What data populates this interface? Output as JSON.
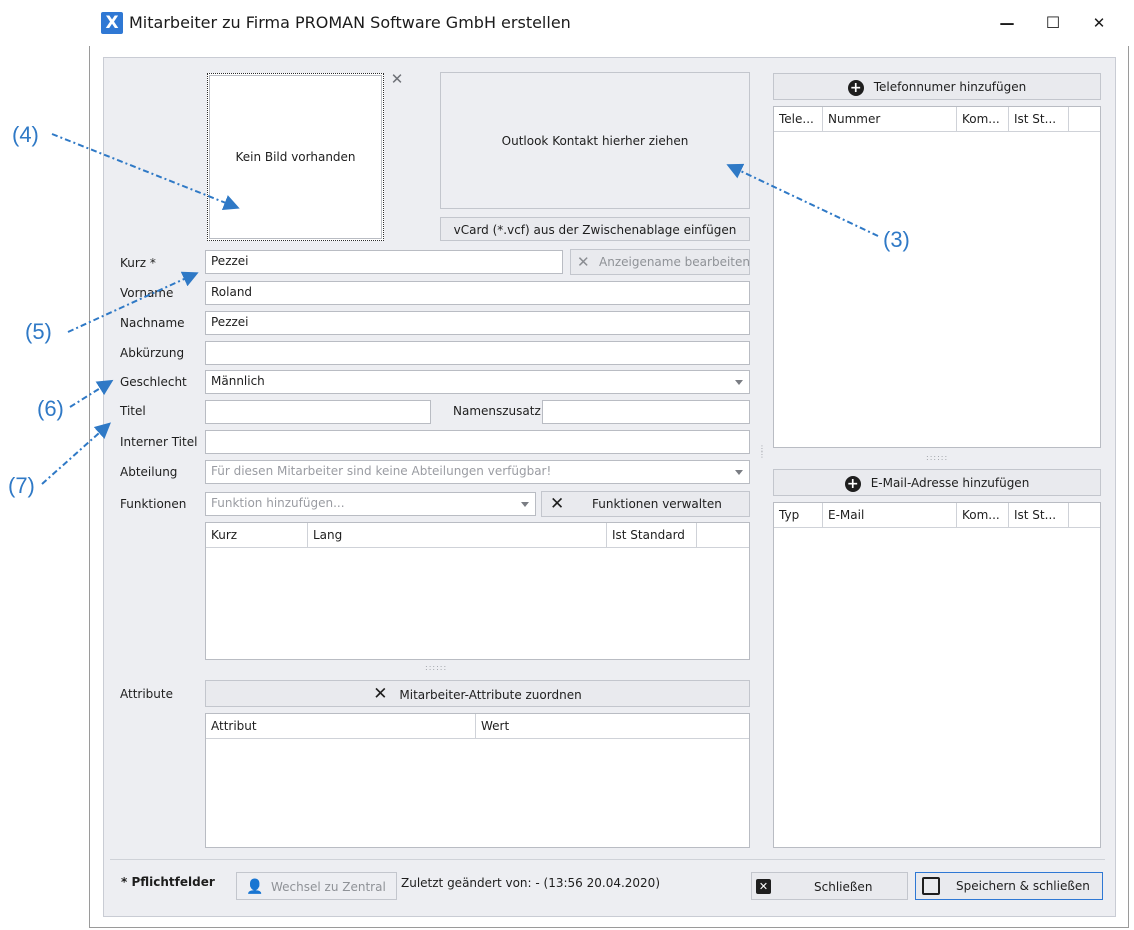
{
  "window": {
    "title": "Mitarbeiter zu Firma PROMAN Software GmbH erstellen",
    "app_icon": "X",
    "minimize_glyph": "—",
    "maximize_glyph": "☐",
    "close_glyph": "✕"
  },
  "photo": {
    "placeholder": "Kein Bild vorhanden",
    "remove_glyph": "✕"
  },
  "outlook": {
    "drop_text": "Outlook Kontakt hierher ziehen",
    "vcard_button": "vCard (*.vcf) aus der Zwischenablage einfügen"
  },
  "form": {
    "kurz_label": "Kurz *",
    "kurz_value": "Pezzei",
    "edit_display_name_button": "Anzeigename bearbeiten",
    "vorname_label": "Vorname",
    "vorname_value": "Roland",
    "nachname_label": "Nachname",
    "nachname_value": "Pezzei",
    "abkuerzung_label": "Abkürzung",
    "abkuerzung_value": "",
    "geschlecht_label": "Geschlecht",
    "geschlecht_value": "Männlich",
    "titel_label": "Titel",
    "titel_value": "",
    "namenszusatz_label": "Namenszusatz",
    "namenszusatz_value": "",
    "interner_titel_label": "Interner Titel",
    "interner_titel_value": "",
    "abteilung_label": "Abteilung",
    "abteilung_placeholder": "Für diesen Mitarbeiter sind keine Abteilungen verfügbar!",
    "funktionen_label": "Funktionen",
    "funktionen_placeholder": "Funktion hinzufügen...",
    "funktionen_manage_button": "Funktionen verwalten",
    "attribute_label": "Attribute",
    "attribute_assign_button": "Mitarbeiter-Attribute zuordnen"
  },
  "functions_grid": {
    "columns": [
      "Kurz",
      "Lang",
      "Ist Standard"
    ]
  },
  "attributes_grid": {
    "columns": [
      "Attribut",
      "Wert"
    ]
  },
  "phone": {
    "add_button": "Telefonnumer hinzufügen",
    "columns": [
      "Tele...",
      "Nummer",
      "Kom...",
      "Ist St..."
    ]
  },
  "email": {
    "add_button": "E-Mail-Adresse hinzufügen",
    "columns": [
      "Typ",
      "E-Mail",
      "Kom...",
      "Ist St..."
    ]
  },
  "footer": {
    "required_note": "* Pflichtfelder",
    "switch_button": "Wechsel zu Zentral",
    "last_changed": "Zuletzt geändert von: - (13:56 20.04.2020)",
    "close_button": "Schließen",
    "save_close_button": "Speichern & schließen"
  },
  "annotations": {
    "a3": "(3)",
    "a4": "(4)",
    "a5": "(5)",
    "a6": "(6)",
    "a7": "(7)"
  },
  "grip": "::::::",
  "colors": {
    "accent": "#2f78d4",
    "annotation": "#2f79c6",
    "panel": "#edeef2"
  }
}
